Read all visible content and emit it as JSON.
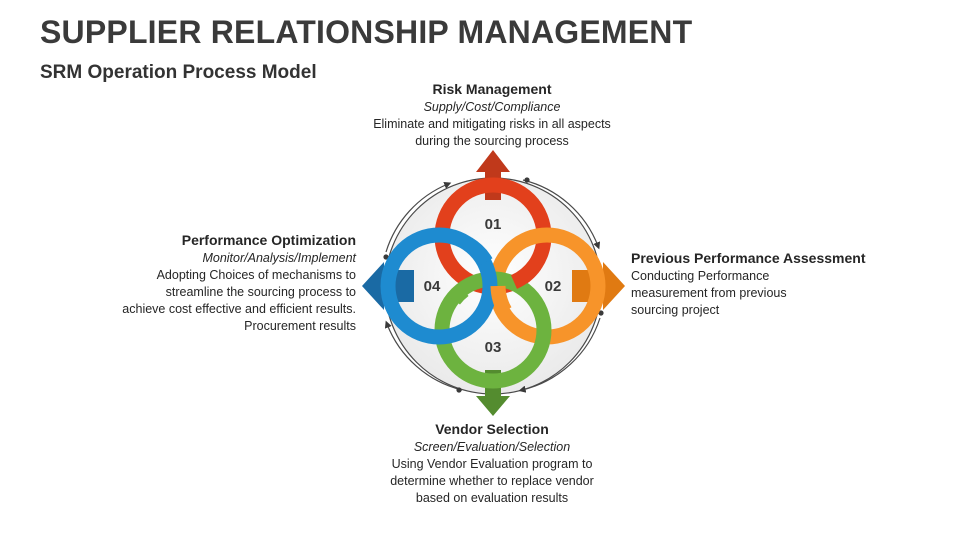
{
  "header": {
    "title": "SUPPLIER RELATIONSHIP MANAGEMENT",
    "subtitle": "SRM Operation Process Model"
  },
  "colors": {
    "red": "#e2401c",
    "orange": "#f7942a",
    "green": "#6db33f",
    "blue": "#1e8bd0",
    "red_arrow": "#c0391b",
    "orange_arrow": "#e07a12",
    "green_arrow": "#548c2f",
    "blue_arrow": "#1a6aa4"
  },
  "rings": [
    {
      "number": "01",
      "color": "#e2401c"
    },
    {
      "number": "02",
      "color": "#f7942a"
    },
    {
      "number": "03",
      "color": "#6db33f"
    },
    {
      "number": "04",
      "color": "#1e8bd0"
    }
  ],
  "stages": {
    "top": {
      "heading": "Risk Management",
      "subheading": "Supply/Cost/Compliance",
      "description": "Eliminate and mitigating risks in all aspects during the sourcing process"
    },
    "right": {
      "heading": "Previous Performance Assessment",
      "subheading": "",
      "description": "Conducting Performance measurement from previous sourcing project"
    },
    "bottom": {
      "heading": "Vendor Selection",
      "subheading": "Screen/Evaluation/Selection",
      "description": "Using Vendor Evaluation program to determine whether to replace vendor based on evaluation results"
    },
    "left": {
      "heading": "Performance Optimization",
      "subheading": "Monitor/Analysis/Implement",
      "description": "Adopting Choices of mechanisms to streamline the sourcing process to achieve cost effective and efficient results. Procurement results"
    }
  }
}
